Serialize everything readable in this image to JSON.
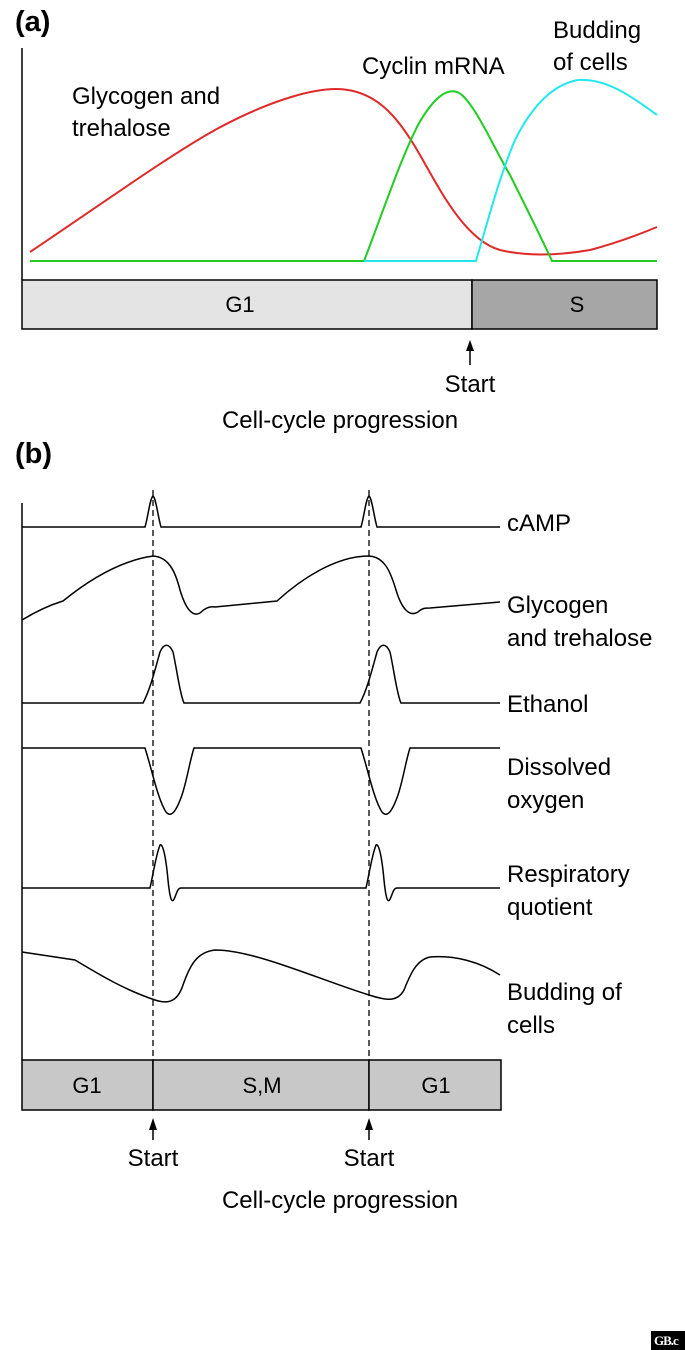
{
  "panel_a": {
    "label": "(a)",
    "series": [
      {
        "name": "Glycogen and trehalose",
        "label_lines": [
          "Glycogen and",
          "trehalose"
        ],
        "color": "#e02a2a"
      },
      {
        "name": "Cyclin mRNA",
        "label_lines": [
          "Cyclin mRNA"
        ],
        "color": "#22cc22"
      },
      {
        "name": "Budding of cells",
        "label_lines": [
          "Budding",
          "of cells"
        ],
        "color": "#22e8ee"
      }
    ],
    "phases": [
      {
        "label": "G1",
        "fill": "#e4e4e4"
      },
      {
        "label": "S",
        "fill": "#a6a6a6"
      }
    ],
    "marker": "Start",
    "xlabel": "Cell-cycle progression"
  },
  "panel_b": {
    "label": "(b)",
    "traces": [
      {
        "name": "cAMP",
        "label_lines": [
          "cAMP"
        ]
      },
      {
        "name": "Glycogen and trehalose",
        "label_lines": [
          "Glycogen",
          "and trehalose"
        ]
      },
      {
        "name": "Ethanol",
        "label_lines": [
          "Ethanol"
        ]
      },
      {
        "name": "Dissolved oxygen",
        "label_lines": [
          "Dissolved",
          "oxygen"
        ]
      },
      {
        "name": "Respiratory quotient",
        "label_lines": [
          "Respiratory",
          "quotient"
        ]
      },
      {
        "name": "Budding of cells",
        "label_lines": [
          "Budding of",
          "cells"
        ]
      }
    ],
    "phases": [
      {
        "label": "G1",
        "fill": "#c8c8c8"
      },
      {
        "label": "S,M",
        "fill": "#c8c8c8"
      },
      {
        "label": "G1",
        "fill": "#c8c8c8"
      }
    ],
    "markers": [
      "Start",
      "Start"
    ],
    "xlabel": "Cell-cycle progression"
  },
  "logo": "GB.c"
}
